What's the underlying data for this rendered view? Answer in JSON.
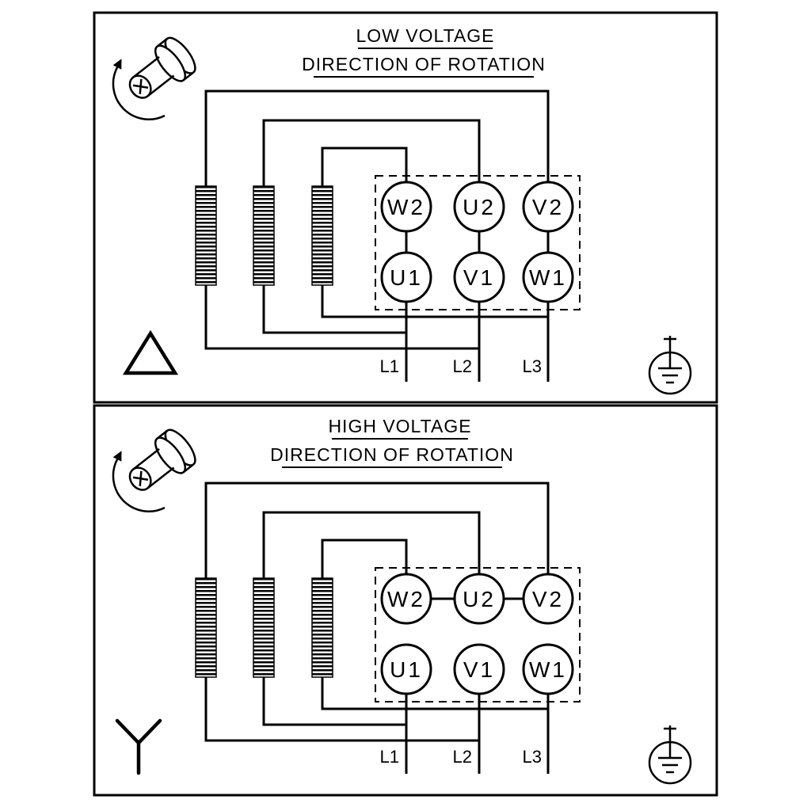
{
  "panels": [
    {
      "title": "LOW VOLTAGE",
      "subtitle": "DIRECTION OF ROTATION",
      "connection_symbol": "delta",
      "terminals": {
        "top": [
          "W2",
          "U2",
          "V2"
        ],
        "bottom": [
          "U1",
          "V1",
          "W1"
        ]
      },
      "supply_lines": [
        "L1",
        "L2",
        "L3"
      ]
    },
    {
      "title": "HIGH VOLTAGE",
      "subtitle": "DIRECTION OF ROTATION",
      "connection_symbol": "star",
      "terminals": {
        "top": [
          "W2",
          "U2",
          "V2"
        ],
        "bottom": [
          "U1",
          "V1",
          "W1"
        ]
      },
      "supply_lines": [
        "L1",
        "L2",
        "L3"
      ]
    }
  ],
  "icons": {
    "rotation": "shaft-rotation-arrow-icon",
    "earth": "protective-earth-icon",
    "delta": "delta-connection-icon",
    "star": "star-connection-icon"
  },
  "colors": {
    "line": "#000000",
    "background": "#ffffff"
  }
}
